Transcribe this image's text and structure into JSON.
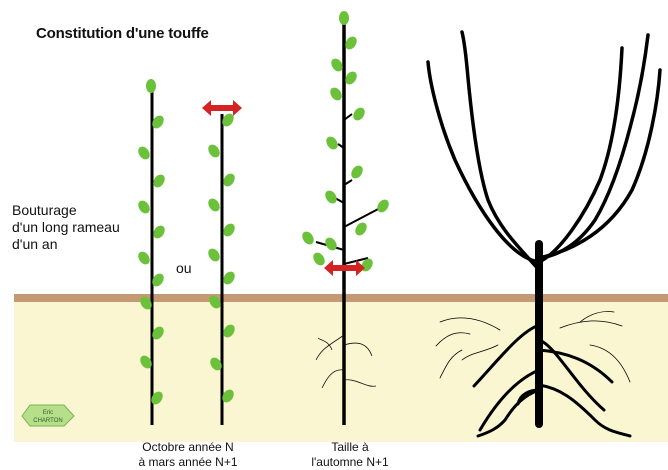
{
  "title": "Constitution d'une touffe",
  "side_label": {
    "line1": "Bouturage",
    "line2": "d'un long rameau",
    "line3": "d'un an"
  },
  "ou_label": "ou",
  "caption_left": {
    "line1": "Octobre année N",
    "line2": "à mars année N+1"
  },
  "caption_middle": {
    "line1": "Taille à",
    "line2": "l'automne N+1"
  },
  "author_badge": {
    "line1": "Eric",
    "line2": "CHARTON"
  },
  "colors": {
    "soil": "#fbf6d2",
    "ground_line": "#c49a74",
    "stem": "#000000",
    "leaf": "#6cc13a",
    "arrow": "#d42323",
    "root": "#111111",
    "badge_fill": "#b5e089"
  }
}
